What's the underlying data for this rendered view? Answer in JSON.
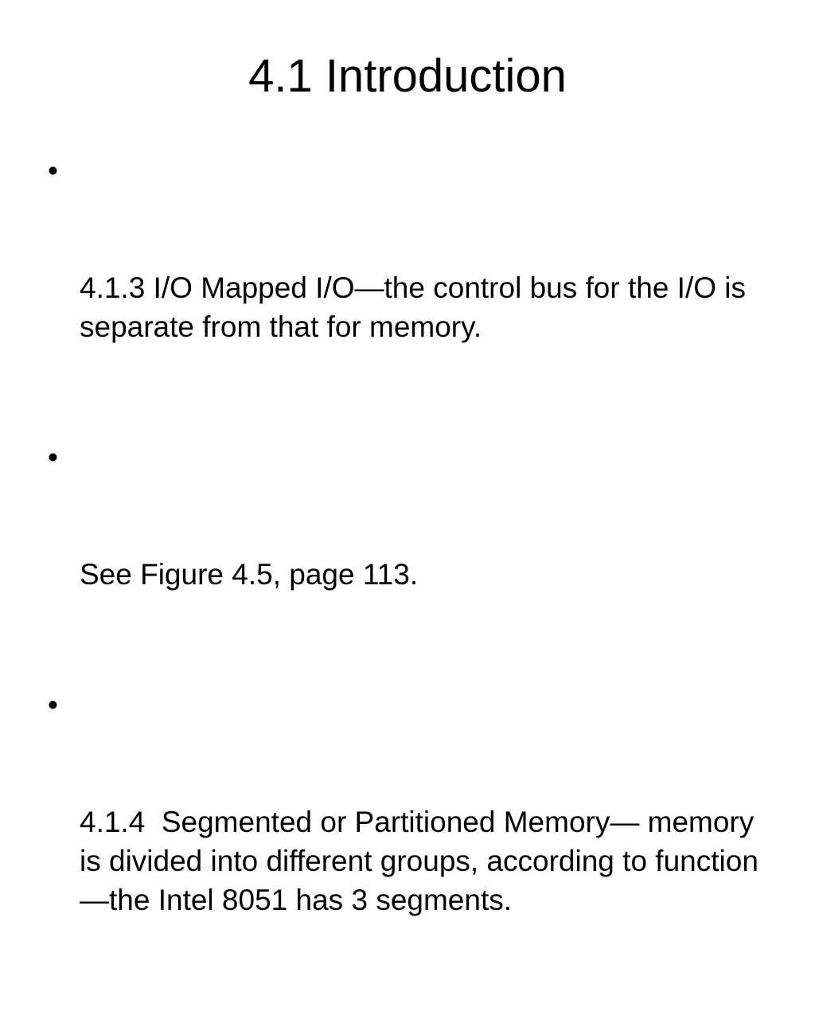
{
  "slide": {
    "title": "4.1 Introduction",
    "bullet_symbol": "•",
    "bullets": [
      {
        "text": "4.1.3 I/O Mapped I/O—the control bus for the I/O is separate from that for memory."
      },
      {
        "text": "See Figure 4.5, page 113."
      },
      {
        "text": "4.1.4  Segmented or Partitioned Memory— memory is divided into different groups, according to function—the Intel 8051 has 3 segments."
      }
    ]
  }
}
